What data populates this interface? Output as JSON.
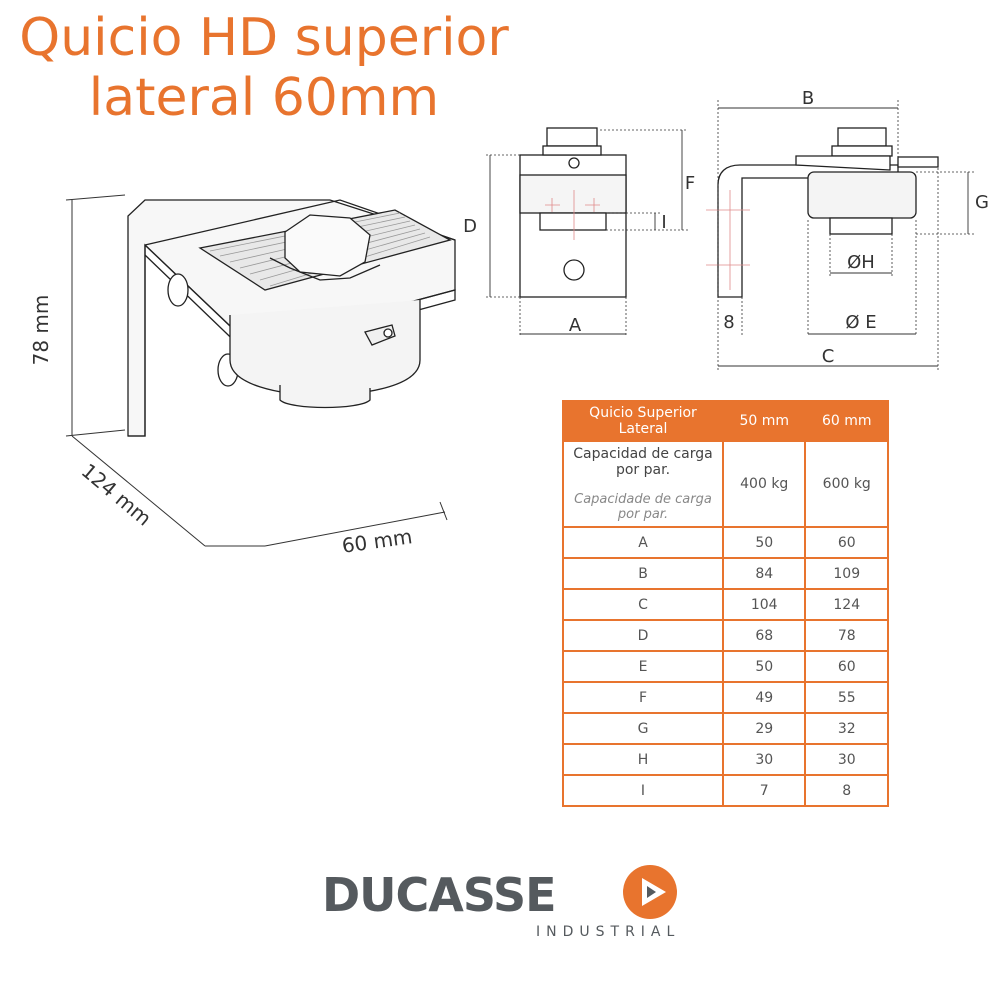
{
  "title": {
    "line1": "Quicio HD superior",
    "line2": "lateral 60mm"
  },
  "colors": {
    "accent": "#e8742e",
    "logo_gray": "#555a5e"
  },
  "drawing": {
    "iso_labels": {
      "height": "78 mm",
      "depth": "124 mm",
      "width": "60 mm"
    },
    "front_labels": {
      "a": "A",
      "d": "D",
      "f": "F",
      "i": "I"
    },
    "side_labels": {
      "b": "B",
      "g": "G",
      "h": "ØH",
      "e": "Ø E",
      "c": "C",
      "eight": "8"
    }
  },
  "table": {
    "headers": [
      "Quicio Superior Lateral",
      "50 mm",
      "60 mm"
    ],
    "capacity": {
      "label_es": "Capacidad de carga por par.",
      "label_pt": "Capacidade de carga por par.",
      "v50": "400 kg",
      "v60": "600 kg"
    },
    "rows": [
      {
        "k": "A",
        "v50": "50",
        "v60": "60"
      },
      {
        "k": "B",
        "v50": "84",
        "v60": "109"
      },
      {
        "k": "C",
        "v50": "104",
        "v60": "124"
      },
      {
        "k": "D",
        "v50": "68",
        "v60": "78"
      },
      {
        "k": "E",
        "v50": "50",
        "v60": "60"
      },
      {
        "k": "F",
        "v50": "49",
        "v60": "55"
      },
      {
        "k": "G",
        "v50": "29",
        "v60": "32"
      },
      {
        "k": "H",
        "v50": "30",
        "v60": "30"
      },
      {
        "k": "I",
        "v50": "7",
        "v60": "8"
      }
    ]
  },
  "logo": {
    "name": "DUCASSE",
    "sub": "INDUSTRIAL",
    "icon": "play-circle-icon"
  }
}
